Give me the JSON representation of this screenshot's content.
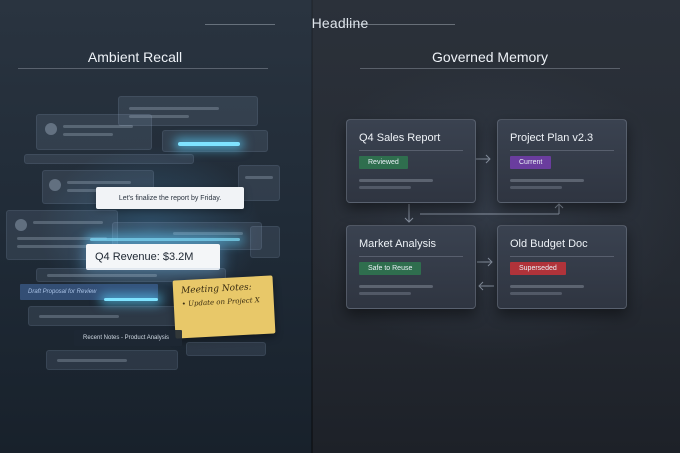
{
  "headline": "Headline",
  "left": {
    "title": "Ambient Recall",
    "chat_note": "Let's finalize the report by Friday.",
    "revenue_note": "Q4 Revenue: $3.2M",
    "proposal_note": "Draft Proposal for Review",
    "recent_note": "Recent Notes - Product Analysis",
    "sticky": {
      "title": "Meeting Notes:",
      "item": "• Update on Project X"
    }
  },
  "right": {
    "title": "Governed Memory",
    "nodes": [
      {
        "title": "Q4 Sales Report",
        "status": "Reviewed",
        "color": "#2f6e4e"
      },
      {
        "title": "Project Plan v2.3",
        "status": "Current",
        "color": "#6a3d9e"
      },
      {
        "title": "Market Analysis",
        "status": "Safe to Reuse",
        "color": "#2f6e4e"
      },
      {
        "title": "Old Budget Doc",
        "status": "Superseded",
        "color": "#b0333a"
      }
    ]
  },
  "colors": {
    "glow": "#7fe3ff",
    "sticky": "#e8c869",
    "reviewed": "#2f6e4e",
    "current": "#6a3d9e",
    "superseded": "#b0333a"
  }
}
